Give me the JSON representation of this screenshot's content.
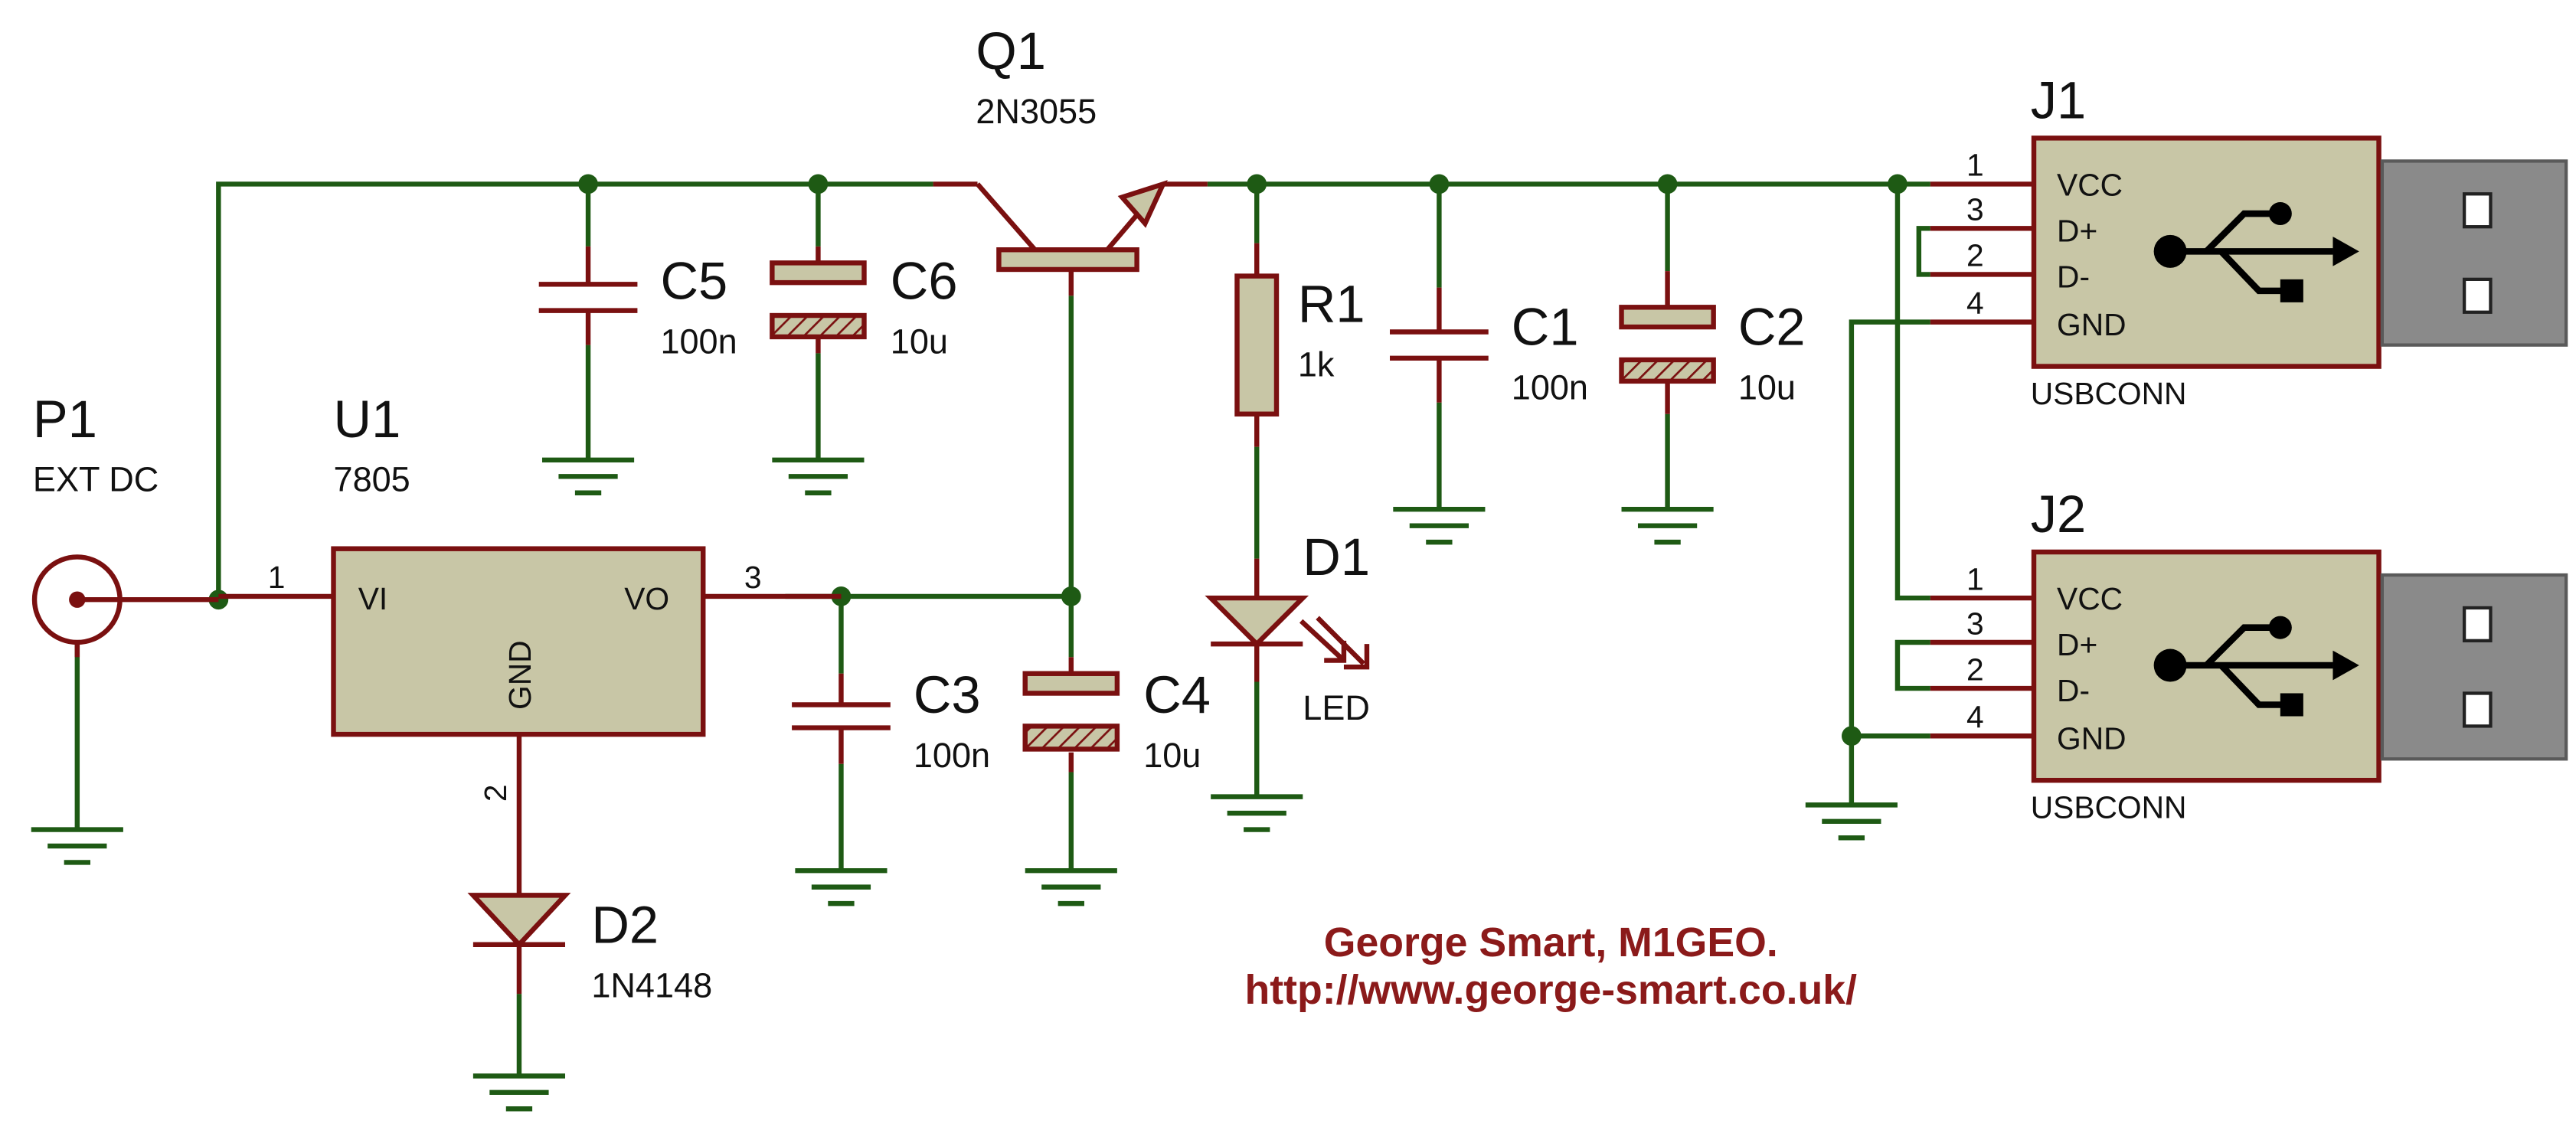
{
  "components": {
    "P1": {
      "ref": "P1",
      "value": "EXT DC"
    },
    "U1": {
      "ref": "U1",
      "value": "7805",
      "pin_vi": "VI",
      "pin_vo": "VO",
      "pin_gnd": "GND",
      "pin1": "1",
      "pin2": "2",
      "pin3": "3"
    },
    "Q1": {
      "ref": "Q1",
      "value": "2N3055"
    },
    "C5": {
      "ref": "C5",
      "value": "100n"
    },
    "C6": {
      "ref": "C6",
      "value": "10u"
    },
    "C3": {
      "ref": "C3",
      "value": "100n"
    },
    "C4": {
      "ref": "C4",
      "value": "10u"
    },
    "R1": {
      "ref": "R1",
      "value": "1k"
    },
    "D1": {
      "ref": "D1",
      "value": "LED"
    },
    "C1": {
      "ref": "C1",
      "value": "100n"
    },
    "C2": {
      "ref": "C2",
      "value": "10u"
    },
    "D2": {
      "ref": "D2",
      "value": "1N4148"
    },
    "J1": {
      "ref": "J1",
      "value": "USBCONN"
    },
    "J2": {
      "ref": "J2",
      "value": "USBCONN"
    }
  },
  "usb_pins": {
    "names": [
      "VCC",
      "D+",
      "D-",
      "GND"
    ],
    "numbers": [
      "1",
      "3",
      "2",
      "4"
    ]
  },
  "credit": {
    "line1": "George Smart, M1GEO.",
    "line2": "http://www.george-smart.co.uk/"
  },
  "colors": {
    "wire": "#1e5a14",
    "lead": "#7a1010",
    "body": "#c8c6a6",
    "credit": "#8b1a1a"
  }
}
